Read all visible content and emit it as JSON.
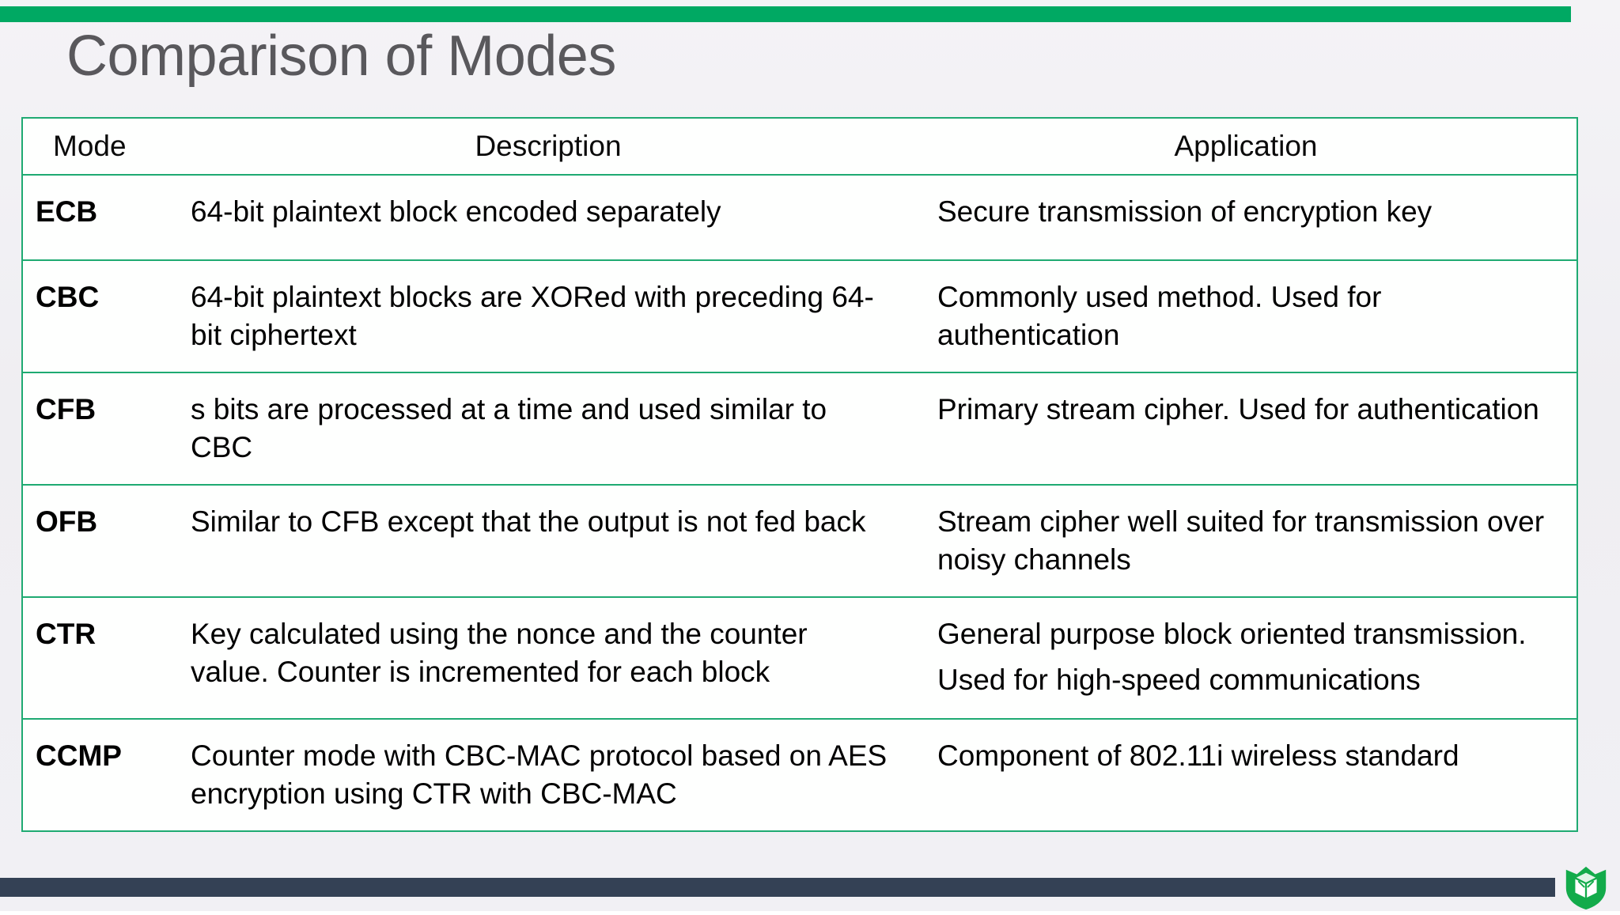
{
  "slide": {
    "title": "Comparison of Modes",
    "accent_color": "#00a963",
    "table_border_color": "#1faa72",
    "footer_bar_color": "#344155",
    "title_color": "#59585c",
    "background_color": "#f1f0f4"
  },
  "table": {
    "columns": [
      {
        "key": "mode",
        "label": "Mode"
      },
      {
        "key": "description",
        "label": "Description"
      },
      {
        "key": "application",
        "label": "Application"
      }
    ],
    "rows": [
      {
        "mode": "ECB",
        "description": "64-bit plaintext block encoded separately",
        "application": "Secure transmission of encryption key",
        "application_2": ""
      },
      {
        "mode": "CBC",
        "description": "64-bit plaintext blocks are XORed with preceding 64-bit ciphertext",
        "application": "Commonly used method.  Used for authentication",
        "application_2": ""
      },
      {
        "mode": "CFB",
        "description": "s bits are processed at a time and used similar to CBC",
        "application": "Primary stream cipher. Used for authentication",
        "application_2": ""
      },
      {
        "mode": "OFB",
        "description": "Similar to CFB except that the output is not fed back",
        "application": "Stream cipher well suited for transmission over noisy channels",
        "application_2": ""
      },
      {
        "mode": "CTR",
        "description": "Key calculated using the nonce and the counter value.  Counter is incremented for each block",
        "application": "General purpose block oriented transmission.",
        "application_2": "Used for high-speed communications"
      },
      {
        "mode": "CCMP",
        "description": "Counter mode with CBC-MAC protocol based on AES encryption using CTR with CBC-MAC",
        "application": "Component of 802.11i wireless standard",
        "application_2": ""
      }
    ]
  },
  "footer": {
    "logo_name": "shield-book-logo",
    "logo_color": "#13ab4b"
  }
}
